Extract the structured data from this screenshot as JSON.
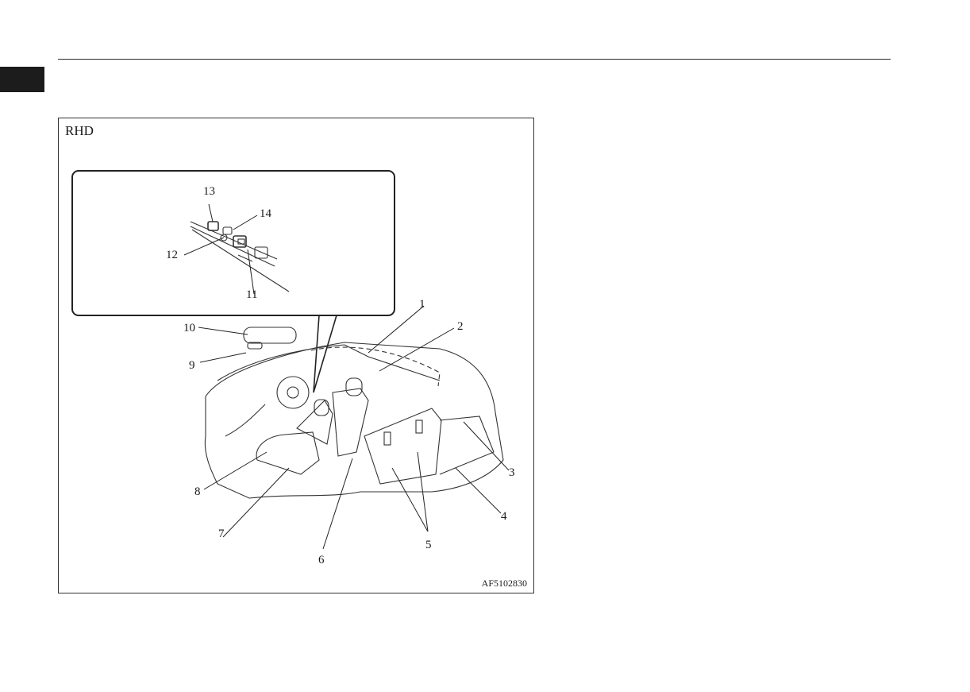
{
  "figure": {
    "label": "RHD",
    "code": "AF5102830",
    "callouts": [
      "1",
      "2",
      "3",
      "4",
      "5",
      "6",
      "7",
      "8",
      "9",
      "10",
      "11",
      "12",
      "13",
      "14"
    ]
  }
}
